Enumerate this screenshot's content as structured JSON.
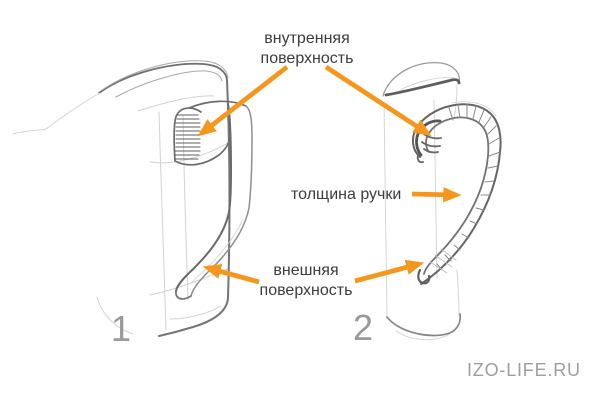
{
  "colors": {
    "background": "#ffffff",
    "arrow_orange": "#F5971D",
    "label_text": "#3c3c3c",
    "figure_number_gray": "#9a9a9a",
    "watermark_gray": "#9e9e9e",
    "pencil_gray": "#8a8a8a"
  },
  "annotations": {
    "inner_surface": {
      "line1": "внутренняя",
      "line2": "поверхность"
    },
    "handle_thickness": {
      "text": "толщина ручки"
    },
    "outer_surface": {
      "line1": "внешняя",
      "line2": "поверхность"
    }
  },
  "figures": {
    "left_number": "1",
    "right_number": "2"
  },
  "watermark": {
    "text": "IZO-LIFE.RU"
  }
}
